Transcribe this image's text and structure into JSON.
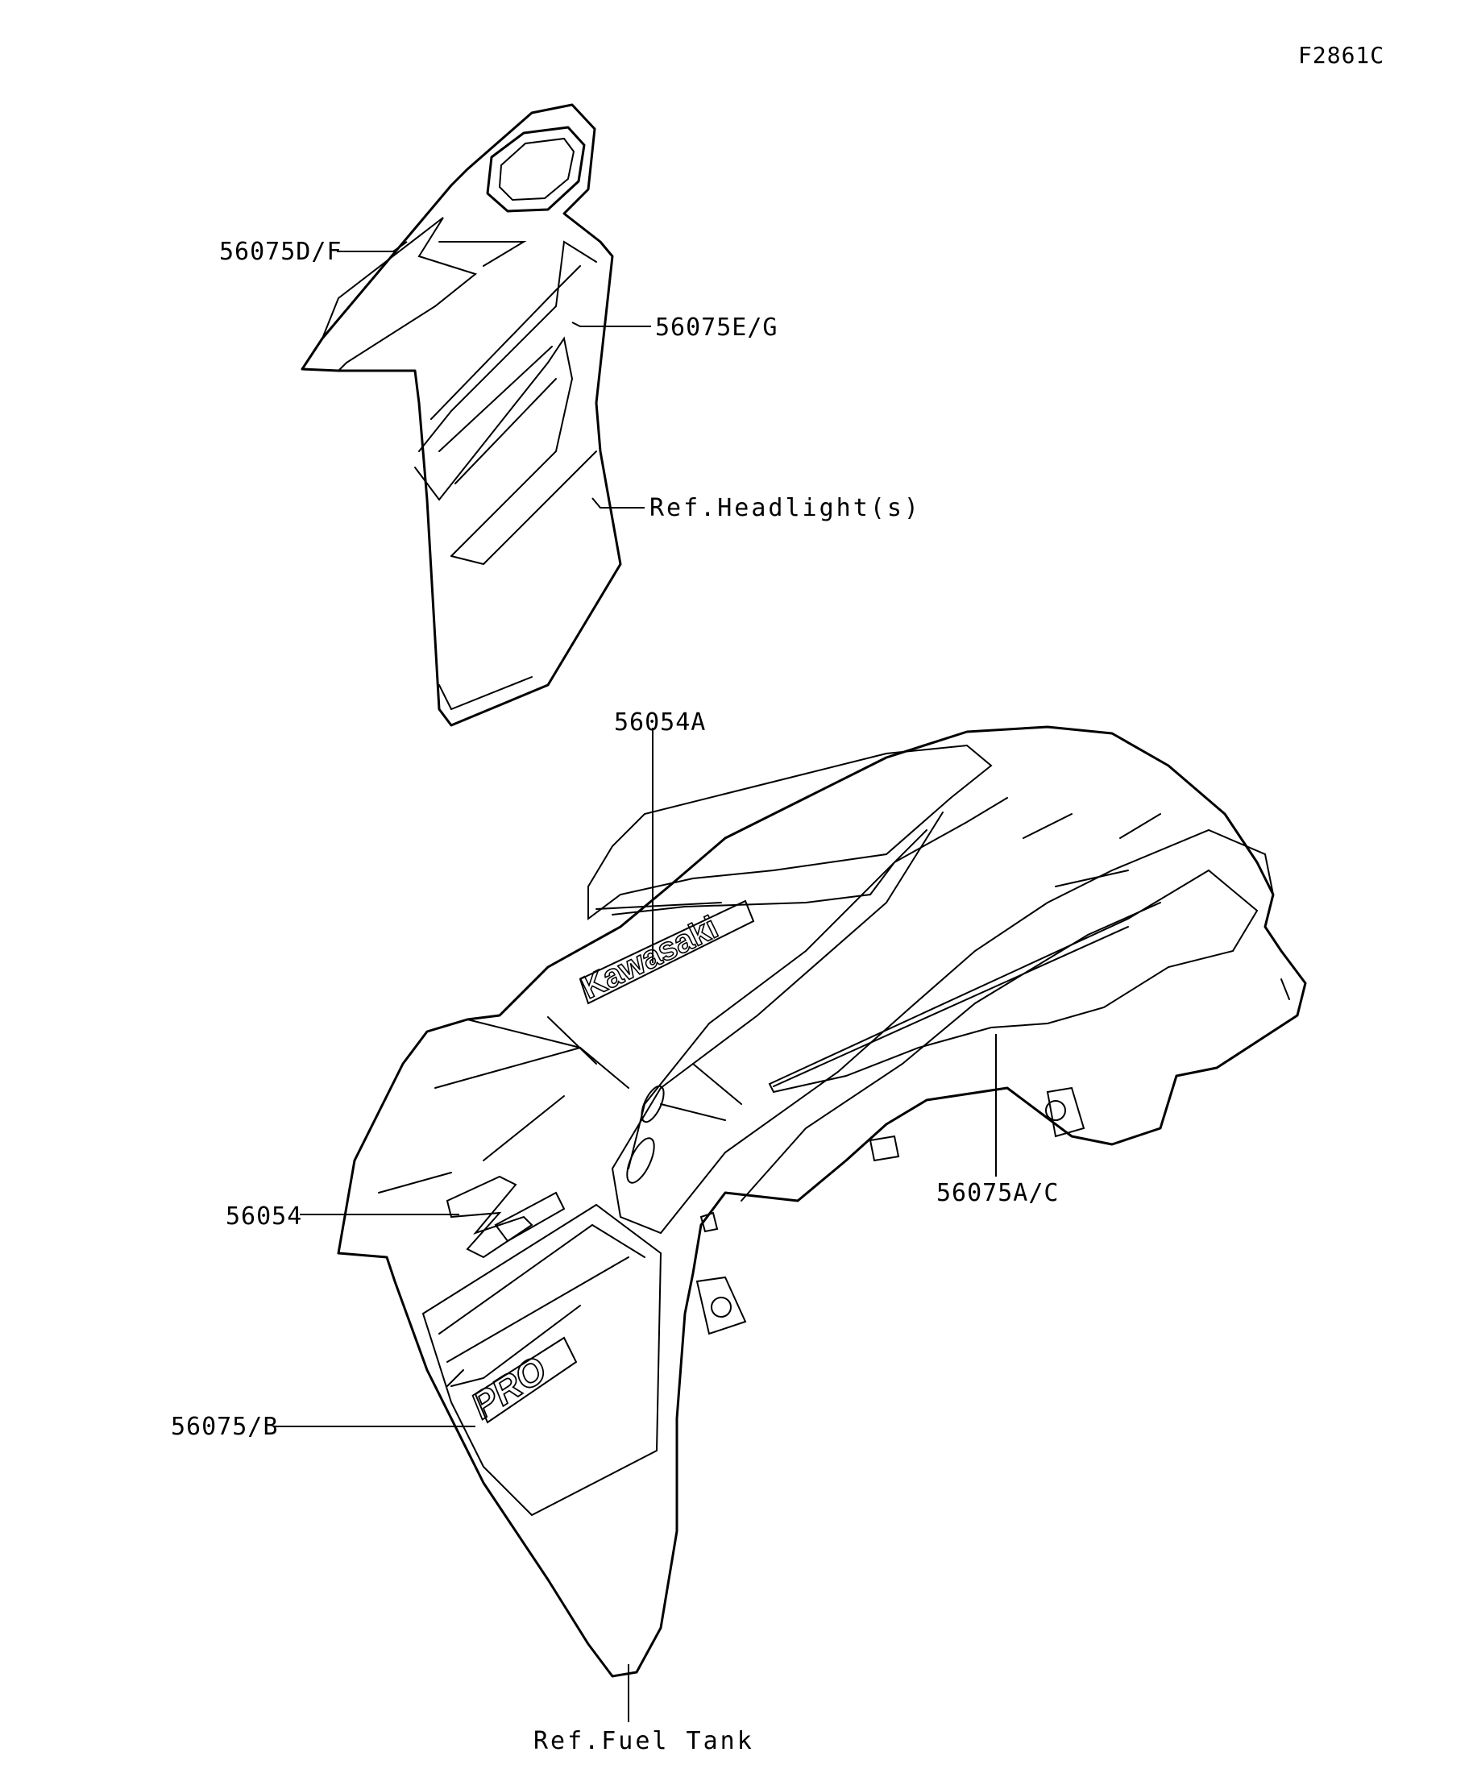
{
  "figure_code": "F2861C",
  "callouts": {
    "shroud_top": "56075D/F",
    "shroud_side": "56075E/G",
    "ref_headlight": "Ref.Headlight(s)",
    "kawasaki_emblem": "56054A",
    "tank_stripe": "56075A/C",
    "z_emblem": "56054",
    "side_panel": "56075/B",
    "ref_fuel_tank": "Ref.Fuel Tank"
  },
  "decal_text": {
    "brand": "Kawasaki",
    "model_badge": "PRO"
  }
}
